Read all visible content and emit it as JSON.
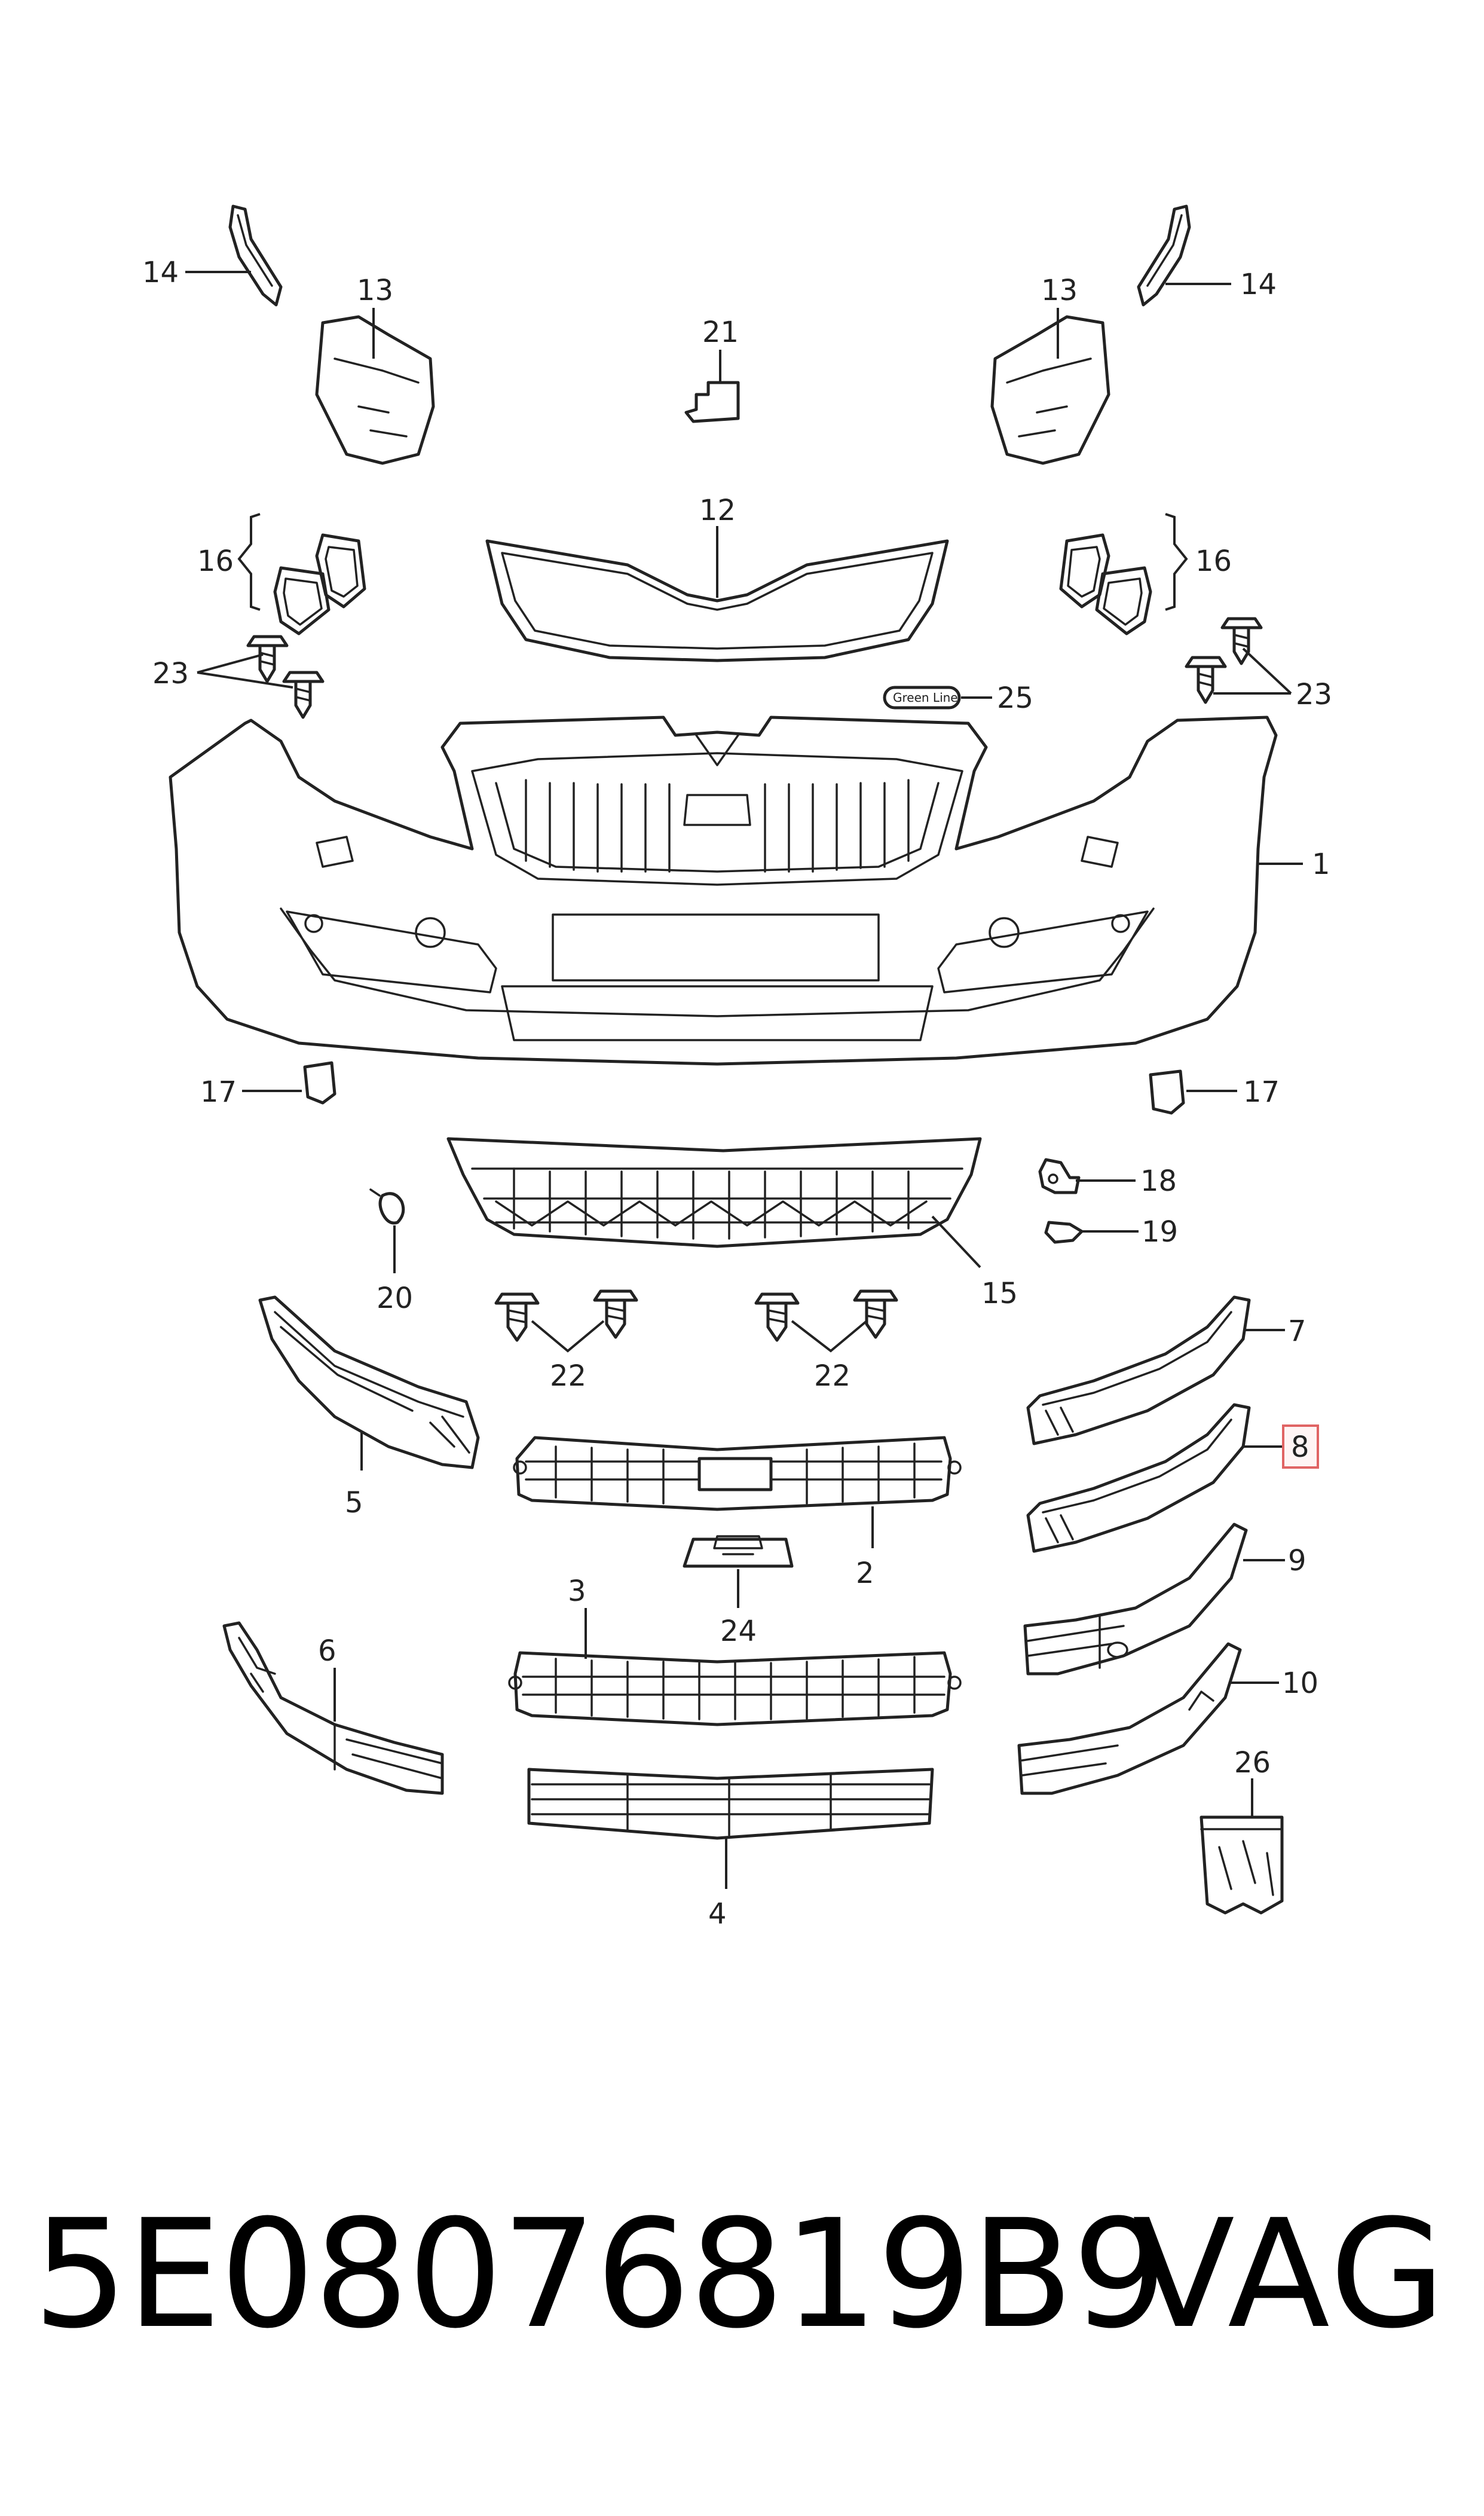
{
  "diagram": {
    "callouts": {
      "c1": "1",
      "c2": "2",
      "c3": "3",
      "c4": "4",
      "c5": "5",
      "c6": "6",
      "c7": "7",
      "c8": "8",
      "c9": "9",
      "c10": "10",
      "c12": "12",
      "c13": "13",
      "c14": "14",
      "c15": "15",
      "c16": "16",
      "c17": "17",
      "c18": "18",
      "c19": "19",
      "c20": "20",
      "c21": "21",
      "c22": "22",
      "c23": "23",
      "c24": "24",
      "c25": "25",
      "c26": "26"
    },
    "badge_text": "Green Line",
    "highlighted_callout": "8",
    "highlight_color": "#e06464"
  },
  "footer": {
    "part_number": "5E08076819B9",
    "brand": "VAG"
  }
}
